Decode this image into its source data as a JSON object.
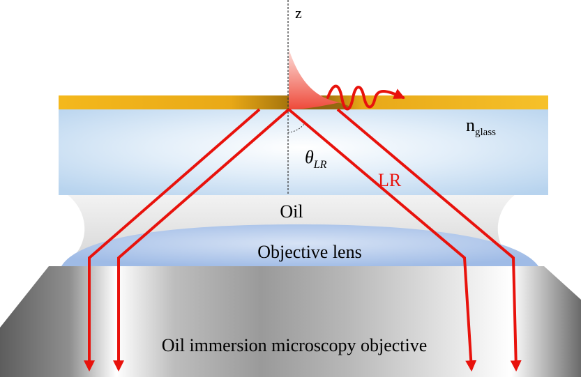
{
  "labels": {
    "z_axis": "z",
    "n_glass_main": "n",
    "n_glass_sub": "glass",
    "theta_symbol": "θ",
    "theta_sub": "LR",
    "lr": "LR",
    "oil": "Oil",
    "objective_lens": "Objective lens",
    "objective": "Oil immersion microscopy objective"
  },
  "colors": {
    "ray": "#e8120c",
    "gold_film": "#f0b61f",
    "glass": "#c6ddf2",
    "oil": "#e4e4e4",
    "lens": "#a9c4ea",
    "objective_body": "#9e9e9e",
    "evanescent": "#f25c4e"
  }
}
